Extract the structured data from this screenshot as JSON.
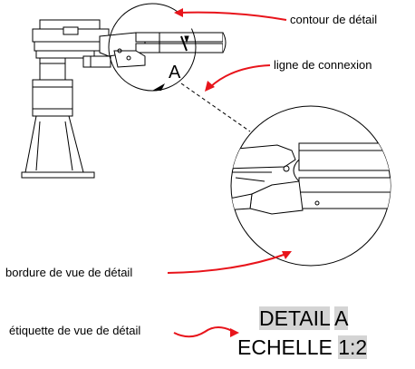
{
  "callouts": {
    "detail_contour": "contour de détail",
    "connection_line": "ligne de connexion",
    "view_border": "bordure de vue de détail",
    "view_label": "étiquette de vue de détail"
  },
  "detail_letter": "A",
  "label": {
    "word_detail": "DETAIL",
    "letter": "A",
    "word_scale": "ECHELLE",
    "scale": "1:2"
  },
  "colors": {
    "arrow": "#e8141b",
    "line": "#000000",
    "highlight": "#d4d4d4"
  }
}
